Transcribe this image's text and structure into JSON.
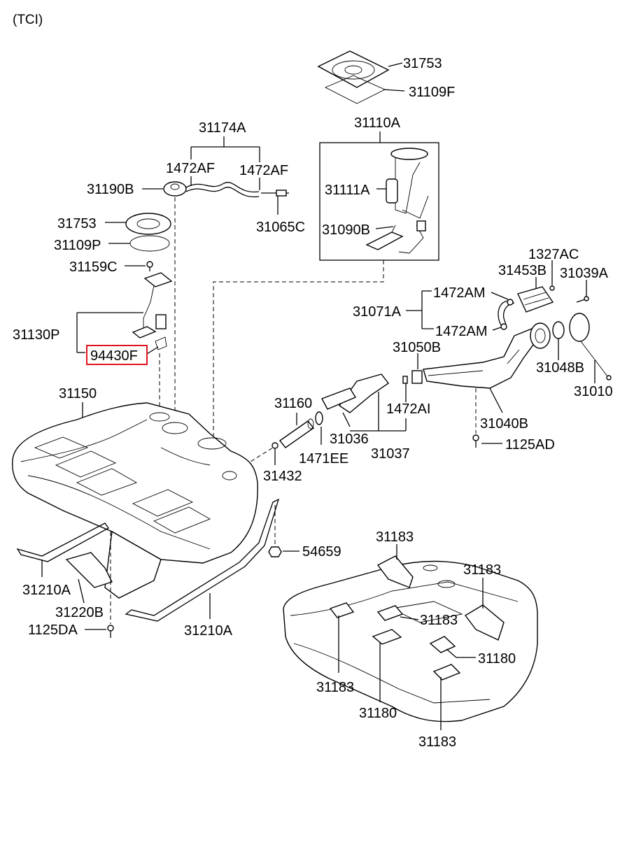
{
  "header": {
    "variant": "(TCI)"
  },
  "highlight_color": "#e0141e",
  "labels": {
    "p31753_top": "31753",
    "p31109F": "31109F",
    "p31110A": "31110A",
    "p31111A": "31111A",
    "p31090B": "31090B",
    "p31174A": "31174A",
    "p1472AF_left": "1472AF",
    "p1472AF_right": "1472AF",
    "p31190B": "31190B",
    "p31065C": "31065C",
    "p31753_left": "31753",
    "p31109P": "31109P",
    "p31159C": "31159C",
    "p31130P": "31130P",
    "p94430F": "94430F",
    "p1327AC": "1327AC",
    "p31453B": "31453B",
    "p31039A": "31039A",
    "p1472AM_top": "1472AM",
    "p31071A": "31071A",
    "p1472AM_bottom": "1472AM",
    "p31050B": "31050B",
    "p31048B": "31048B",
    "p31010": "31010",
    "p31150": "31150",
    "p31160": "31160",
    "p1472AI": "1472AI",
    "p31036": "31036",
    "p31037": "31037",
    "p1471EE": "1471EE",
    "p31432": "31432",
    "p31040B": "31040B",
    "p1125AD": "1125AD",
    "p54659": "54659",
    "p31210A_left": "31210A",
    "p31220B": "31220B",
    "p1125DA": "1125DA",
    "p31210A_bottom": "31210A",
    "p31183_top": "31183",
    "p31183_right": "31183",
    "p31183_mid": "31183",
    "p31180_right": "31180",
    "p31183_left": "31183",
    "p31180_bottom": "31180",
    "p31183_bottom": "31183"
  }
}
